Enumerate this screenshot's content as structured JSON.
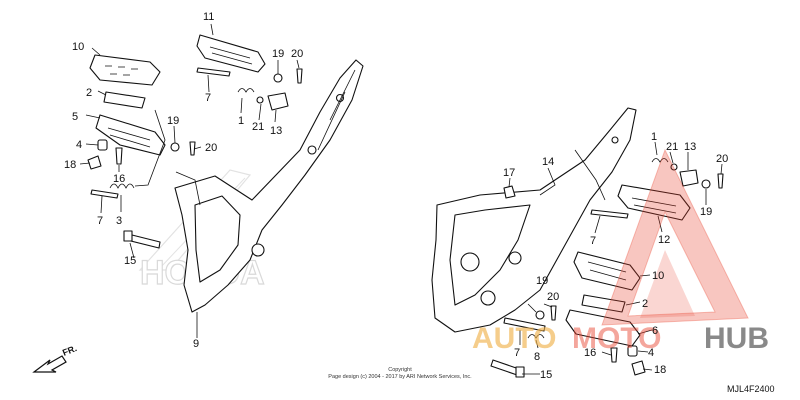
{
  "diagram": {
    "part_labels": [
      "10",
      "2",
      "5",
      "4",
      "18",
      "16",
      "3",
      "7",
      "15",
      "9",
      "11",
      "7",
      "19",
      "20",
      "1",
      "21",
      "13",
      "19",
      "20",
      "17",
      "14",
      "1",
      "21",
      "13",
      "20",
      "19",
      "7",
      "12",
      "10",
      "2",
      "19",
      "20",
      "6",
      "7",
      "8",
      "16",
      "4",
      "15",
      "18"
    ],
    "direction_label": "FR.",
    "copyright_line1": "Copyright",
    "copyright_line2": "Page design (c) 2004 - 2017 by ARI Network Services, Inc.",
    "diagram_code": "MJL4F2400",
    "background_logo": "HONDA",
    "watermark": {
      "brand_part1": "AUTO",
      "brand_part2": "MOTO",
      "brand_part3": "HUB",
      "color_primary": "#e8402b",
      "color_secondary": "#f0b24a",
      "color_dark": "#3a3a3a"
    }
  }
}
